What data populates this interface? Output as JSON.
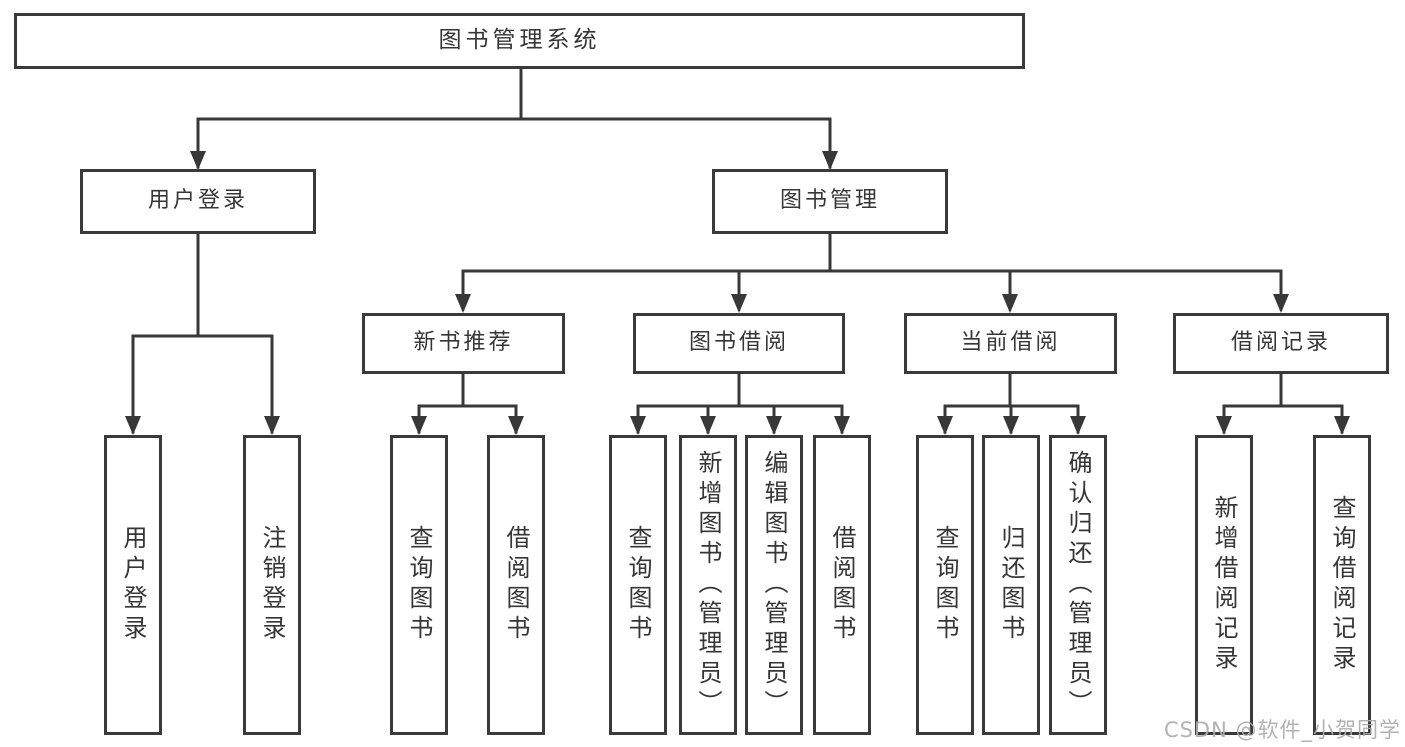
{
  "tree": {
    "label": "图书管理系统",
    "children": [
      {
        "label": "用户登录",
        "children": [
          {
            "label": "用户登录"
          },
          {
            "label": "注销登录"
          }
        ]
      },
      {
        "label": "图书管理",
        "children": [
          {
            "label": "新书推荐",
            "children": [
              {
                "label": "查询图书"
              },
              {
                "label": "借阅图书"
              }
            ]
          },
          {
            "label": "图书借阅",
            "children": [
              {
                "label": "查询图书"
              },
              {
                "label": "新增图书（管理员）"
              },
              {
                "label": "编辑图书（管理员）"
              },
              {
                "label": "借阅图书"
              }
            ]
          },
          {
            "label": "当前借阅",
            "children": [
              {
                "label": "查询图书"
              },
              {
                "label": "归还图书"
              },
              {
                "label": "确认归还（管理员）"
              }
            ]
          },
          {
            "label": "借阅记录",
            "children": [
              {
                "label": "新增借阅记录"
              },
              {
                "label": "查询借阅记录"
              }
            ]
          }
        ]
      }
    ]
  },
  "watermark": {
    "text": "CSDN @软件_小贺同学"
  },
  "colors": {
    "line": "#383838",
    "box_border": "#3a3a3a",
    "text": "#363636",
    "watermark": "#ababab",
    "background": "#ffffff"
  }
}
